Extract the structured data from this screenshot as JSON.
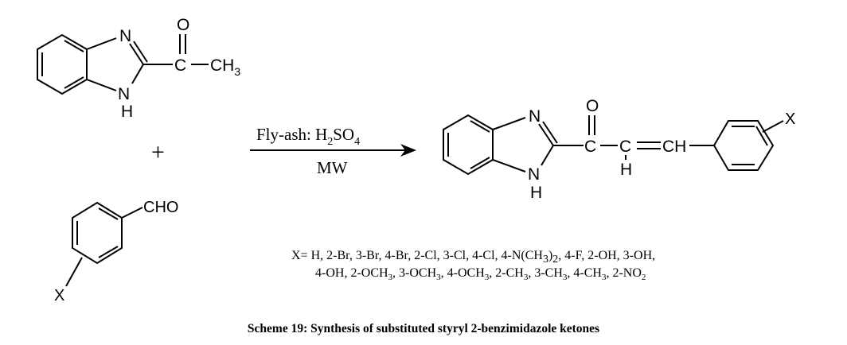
{
  "reactant1": {
    "n": "N",
    "nh": "N",
    "h": "H",
    "carbonyl_o": "O",
    "carbonyl_c": "C",
    "methyl": "CH",
    "methyl_sub": "3"
  },
  "plus": "+",
  "reactant2": {
    "cho": "CHO",
    "x": "X"
  },
  "conditions": {
    "above_main": "Fly-ash: H",
    "above_sub1": "2",
    "above_mid": "SO",
    "above_sub2": "4",
    "below": "MW"
  },
  "product": {
    "n": "N",
    "nh": "N",
    "h": "H",
    "carbonyl_o": "O",
    "carbonyl_c": "C",
    "alpha_c": "C",
    "alpha_h": "H",
    "beta": "CH",
    "x": "X"
  },
  "substituents": {
    "line1_a": "X= H, 2-Br, 3-Br, 4-Br, 2-Cl, 3-Cl, 4-Cl, 4-N(CH",
    "line1_sub1": "3",
    "line1_b": ")",
    "line1_sub2": "2",
    "line1_c": ", 4-F, 2-OH, 3-OH,",
    "line2_a": "4-OH, 2-OCH",
    "line2_s1": "3",
    "line2_b": ", 3-OCH",
    "line2_s2": "3",
    "line2_c": ", 4-OCH",
    "line2_s3": "3",
    "line2_d": ", 2-CH",
    "line2_s4": "3",
    "line2_e": ", 3-CH",
    "line2_s5": "3",
    "line2_f": ", 4-CH",
    "line2_s6": "3",
    "line2_g": ", 2-NO",
    "line2_s7": "2"
  },
  "caption": "Scheme 19: Synthesis of substituted styryl 2-benzimidazole ketones"
}
